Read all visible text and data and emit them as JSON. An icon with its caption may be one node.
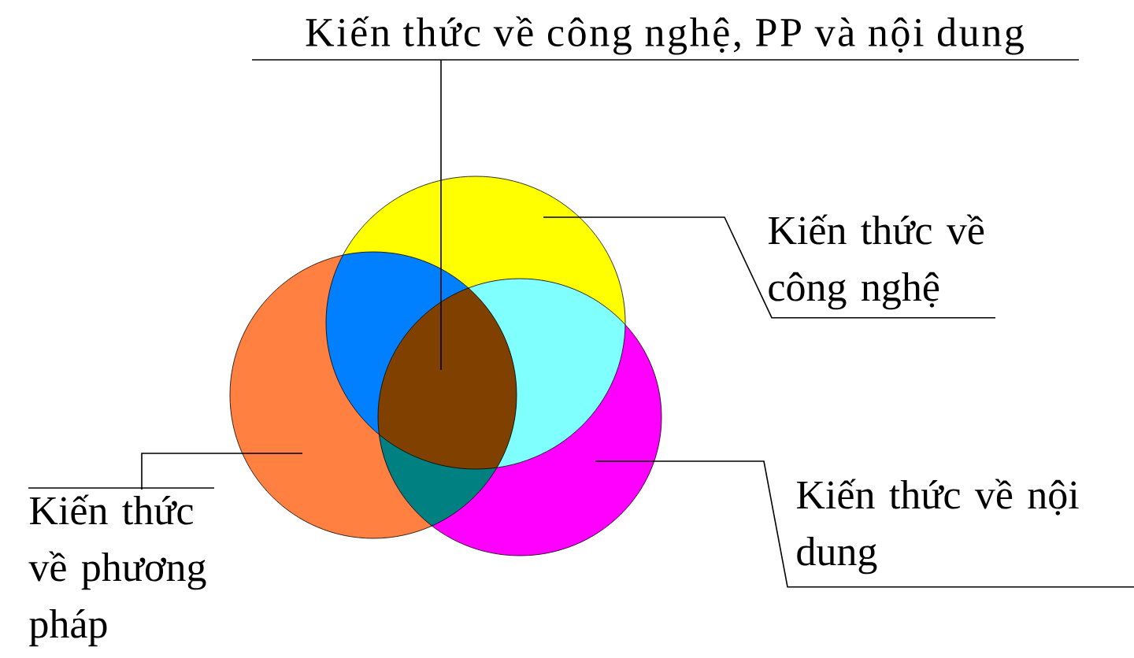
{
  "diagram": {
    "nodes": [
      {
        "text": [
          "Kiến thức về công nghệ, PP và nội dung"
        ]
      },
      {
        "text": [
          "Kiến thức về công nghệ"
        ]
      },
      {
        "text": [
          "Kiến thức về nội dung"
        ]
      },
      {
        "text": [
          "Kiến thức về phương pháp"
        ]
      },
      {
        "text": [],
        "shape": "circle"
      },
      {
        "text": [],
        "shape": "circle"
      },
      {
        "text": [],
        "shape": "circle"
      }
    ],
    "edges": [
      {
        "from": 0,
        "to": 6,
        "arrow": "none"
      },
      {
        "from": 1,
        "to": 4,
        "arrow": "none"
      },
      {
        "from": 2,
        "to": 6,
        "arrow": "none"
      },
      {
        "from": 3,
        "to": 5,
        "arrow": "none"
      }
    ]
  }
}
